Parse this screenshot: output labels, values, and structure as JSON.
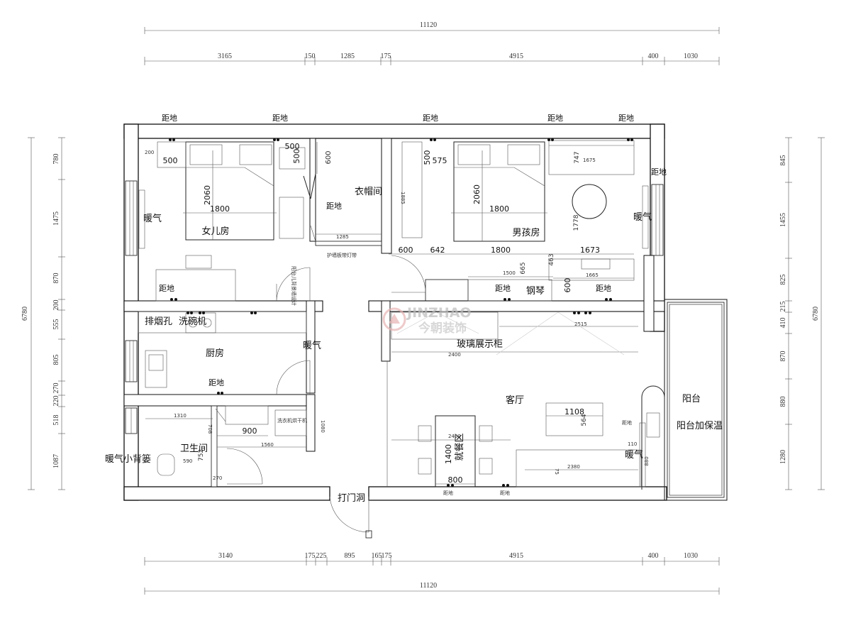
{
  "dimensions": {
    "top_total": "11120",
    "top_segments": [
      "3165",
      "150",
      "1285",
      "175",
      "4915",
      "400",
      "1030"
    ],
    "bottom_segments": [
      "3140",
      "175",
      "225",
      "895",
      "165",
      "175",
      "4915",
      "400",
      "1030"
    ],
    "bottom_total": "11120",
    "left_total": "6780",
    "left_segments": [
      "780",
      "1475",
      "870",
      "200",
      "555",
      "805",
      "270",
      "220",
      "518",
      "1087"
    ],
    "right_total": "6780",
    "right_segments": [
      "845",
      "1455",
      "825",
      "215",
      "410",
      "870",
      "880",
      "1280"
    ]
  },
  "rooms": {
    "daughter": "女儿房",
    "boy": "男孩房",
    "cloakroom": "衣帽间",
    "kitchen": "厨房",
    "bathroom": "卫生间",
    "living": "客厅",
    "balcony": "阳台",
    "balcony_note": "阳台加保温",
    "dining": "就餐区",
    "glass_cabinet": "玻璃展示柜",
    "piano": "钢琴"
  },
  "labels": {
    "floor_distance": "距地",
    "heating": "暖气",
    "exhaust_hole": "排烟孔",
    "dishwasher": "洗碗机",
    "heating_back": "暖气小背篓",
    "open_door_hole": "打门洞",
    "guardrail_note": "护墙板带灯带",
    "wardrobe_note": "阳台儿背景墙设计",
    "washer_note": "洗衣机烘干机"
  },
  "measurements": {
    "d_bed_w": "1800",
    "d_bed_l": "2060",
    "d_500a": "500",
    "d_500b": "500",
    "d_500c": "500",
    "d_600": "600",
    "d_200": "200",
    "b_bed_w": "1800",
    "b_bed_l": "2060",
    "b_575": "575",
    "b_500": "500",
    "b_747": "747",
    "b_1675": "1675",
    "b_1778": "1778",
    "b_1885": "1885",
    "b_600": "600",
    "b_642": "642",
    "b_1800": "1800",
    "b_1673": "1673",
    "b_665": "665",
    "b_463": "463",
    "b_1500": "1500",
    "b_1665": "1665",
    "b_600b": "600",
    "lr_2515": "2515",
    "lr_2400": "2400",
    "lr_1108": "1108",
    "lr_564": "564",
    "lr_2400b": "2400",
    "lr_1400": "1400",
    "lr_800": "800",
    "lr_2380": "2380",
    "lr_75": "75",
    "lr_110": "110",
    "lr_880": "880",
    "k_1310": "1310",
    "k_708": "708",
    "k_900": "900",
    "k_1560": "1560",
    "k_1080": "1080",
    "k_590": "590",
    "k_752": "752",
    "k_270": "270",
    "c_1285": "1285"
  },
  "watermark": {
    "en": "JINZHAO",
    "cn": "今朝装饰"
  }
}
